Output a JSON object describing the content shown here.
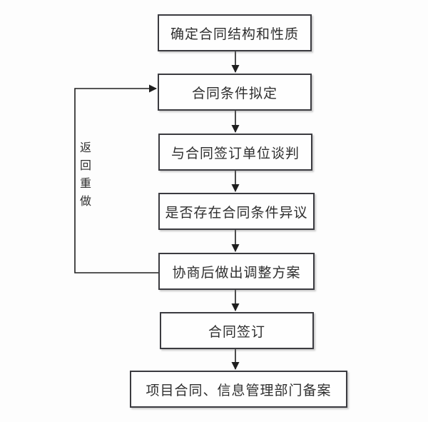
{
  "diagram": {
    "type": "flowchart",
    "steps": [
      {
        "label": "确定合同结构和性质"
      },
      {
        "label": "合同条件拟定"
      },
      {
        "label": "与合同签订单位谈判"
      },
      {
        "label": "是否存在合同条件异议"
      },
      {
        "label": "协商后做出调整方案"
      },
      {
        "label": "合同签订"
      },
      {
        "label": "项目合同、信息管理部门备案"
      }
    ],
    "loop": {
      "label": "返回重做",
      "from_step": 5,
      "to_step": 2
    },
    "colors": {
      "background": "#fdfdfd",
      "box_border": "#3b3b40",
      "text": "#2e2e2e",
      "arrow": "#1f1f1f"
    }
  }
}
